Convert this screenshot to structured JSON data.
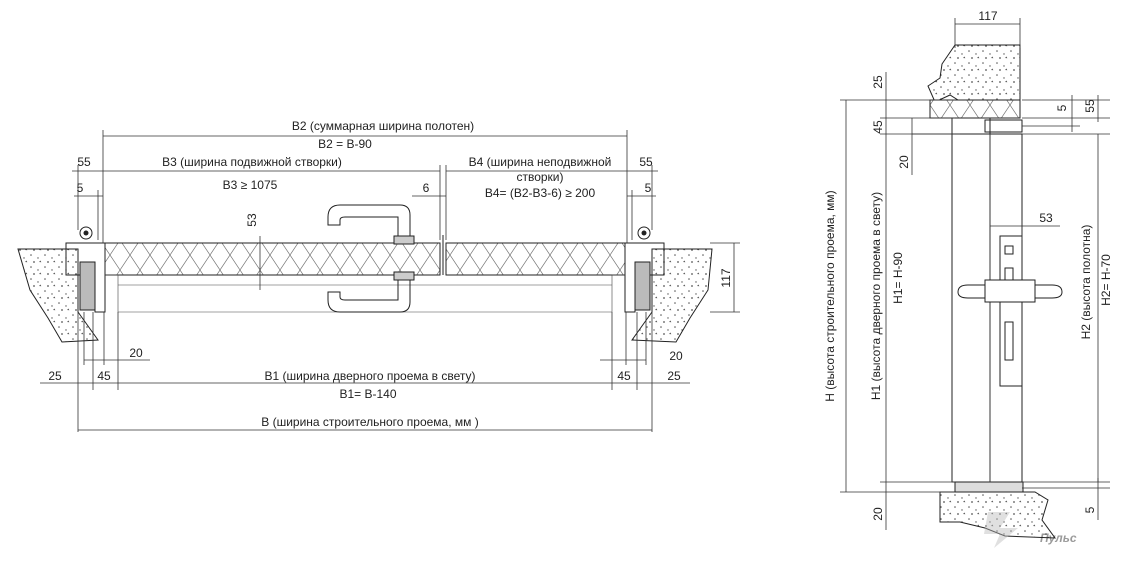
{
  "plan": {
    "b2_title": "B2 (суммарная ширина полотен)",
    "b2_formula": "B2 = B-90",
    "b3_title": "B3 (ширина подвижной створки)",
    "b3_formula": "B3 ≥ 1075",
    "b4_title_1": "B4 (ширина неподвижной",
    "b4_title_2": "створки)",
    "b4_formula": "B4= (B2-B3-6) ≥ 200",
    "dim_55_left": "55",
    "dim_5_left": "5",
    "dim_55_right": "55",
    "dim_5_right": "5",
    "dim_6": "6",
    "dim_53": "53",
    "dim_117": "117",
    "dim_20_left": "20",
    "dim_20_right": "20",
    "dim_25_left": "25",
    "dim_45_left": "45",
    "dim_45_right": "45",
    "dim_25_right": "25",
    "b1_title": "B1 (ширина дверного проема в свету)",
    "b1_formula": "B1= B-140",
    "b_title": "B (ширина строительного проема, мм )"
  },
  "section": {
    "dim_117": "117",
    "dim_25": "25",
    "dim_45": "45",
    "dim_20_top": "20",
    "dim_5_top": "5",
    "dim_55": "55",
    "dim_53": "53",
    "h_title": "H (высота строительного проема, мм)",
    "h1_title": "H1 (высота дверного проема в свету)",
    "h1_formula": "H1= H-90",
    "h2_title": "H2 (высота полотна)",
    "h2_formula": "H2= H-70",
    "dim_20_bottom": "20",
    "dim_5_bottom": "5"
  },
  "logo": {
    "text": "Пульс"
  }
}
